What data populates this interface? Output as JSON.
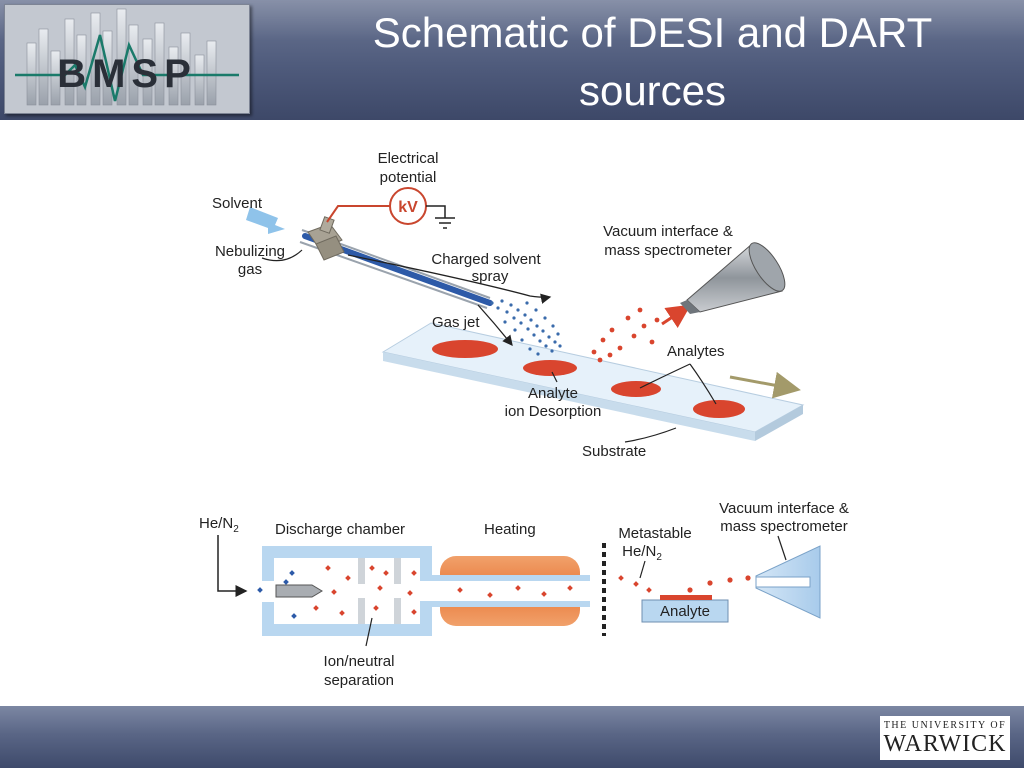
{
  "slide": {
    "title_line1": "Schematic of DESI and DART",
    "title_line2": "sources",
    "logo_text": "BMSP",
    "footer_university_small": "THE UNIVERSITY OF",
    "footer_university_big": "WARWICK"
  },
  "desi": {
    "electrical_potential_1": "Electrical",
    "electrical_potential_2": "potential",
    "kv": "kV",
    "solvent": "Solvent",
    "nebulizing_1": "Nebulizing",
    "nebulizing_2": "gas",
    "charged_spray_1": "Charged solvent",
    "charged_spray_2": "spray",
    "vacuum_1": "Vacuum interface &",
    "vacuum_2": "mass spectrometer",
    "gas_jet": "Gas jet",
    "analytes": "Analytes",
    "analyte_desorption_1": "Analyte",
    "analyte_desorption_2": "ion Desorption",
    "substrate": "Substrate"
  },
  "dart": {
    "he_n2": "He/N",
    "he_n2_sub": "2",
    "discharge_chamber": "Discharge chamber",
    "heating": "Heating",
    "metastable_1": "Metastable",
    "metastable_2": "He/N",
    "metastable_2_sub": "2",
    "vacuum_1": "Vacuum interface &",
    "vacuum_2": "mass spectrometer",
    "analyte": "Analyte",
    "ion_neutral_1": "Ion/neutral",
    "ion_neutral_2": "separation"
  },
  "colors": {
    "analyte_red": "#d9452e",
    "chamber_blue": "#b9d7f0",
    "heater_orange": "#e8793a",
    "header_blue": "#4f5b7c"
  }
}
